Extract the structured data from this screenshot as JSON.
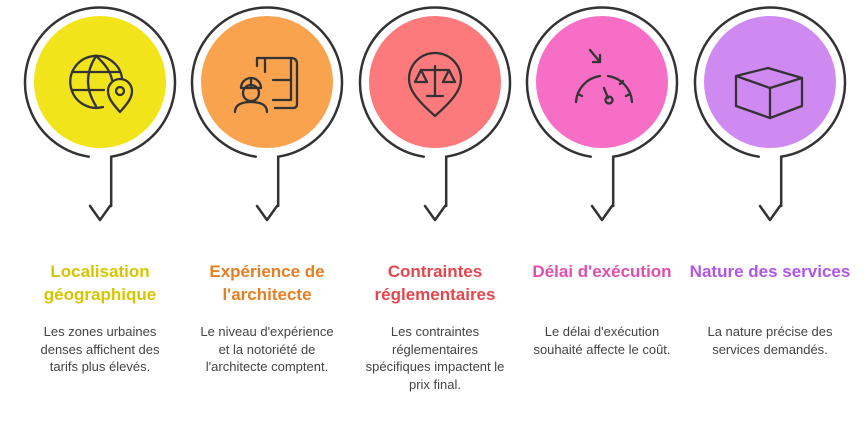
{
  "steps": [
    {
      "title": "Localisation géographique",
      "description": "Les zones urbaines denses affichent des tarifs plus élevés.",
      "icon": "globe-location-icon",
      "color": "#f2e41a",
      "title_color": "#d9c400"
    },
    {
      "title": "Expérience de l'architecte",
      "description": "Le niveau d'expérience et la notoriété de l'architecte comptent.",
      "icon": "architect-blueprint-icon",
      "color": "#f9a34f",
      "title_color": "#e67e22"
    },
    {
      "title": "Contraintes réglementaires",
      "description": "Les contraintes réglementaires spécifiques impactent le prix final.",
      "icon": "legal-scale-pin-icon",
      "color": "#fd7a7c",
      "title_color": "#e5464c"
    },
    {
      "title": "Délai d'exécution",
      "description": "Le délai d'exécution souhaité affecte le coût.",
      "icon": "speedometer-icon",
      "color": "#f76ec6",
      "title_color": "#e04fb0"
    },
    {
      "title": "Nature des services",
      "description": "La nature précise des services demandés.",
      "icon": "box-icon",
      "color": "#cf8af2",
      "title_color": "#b056e6"
    }
  ]
}
